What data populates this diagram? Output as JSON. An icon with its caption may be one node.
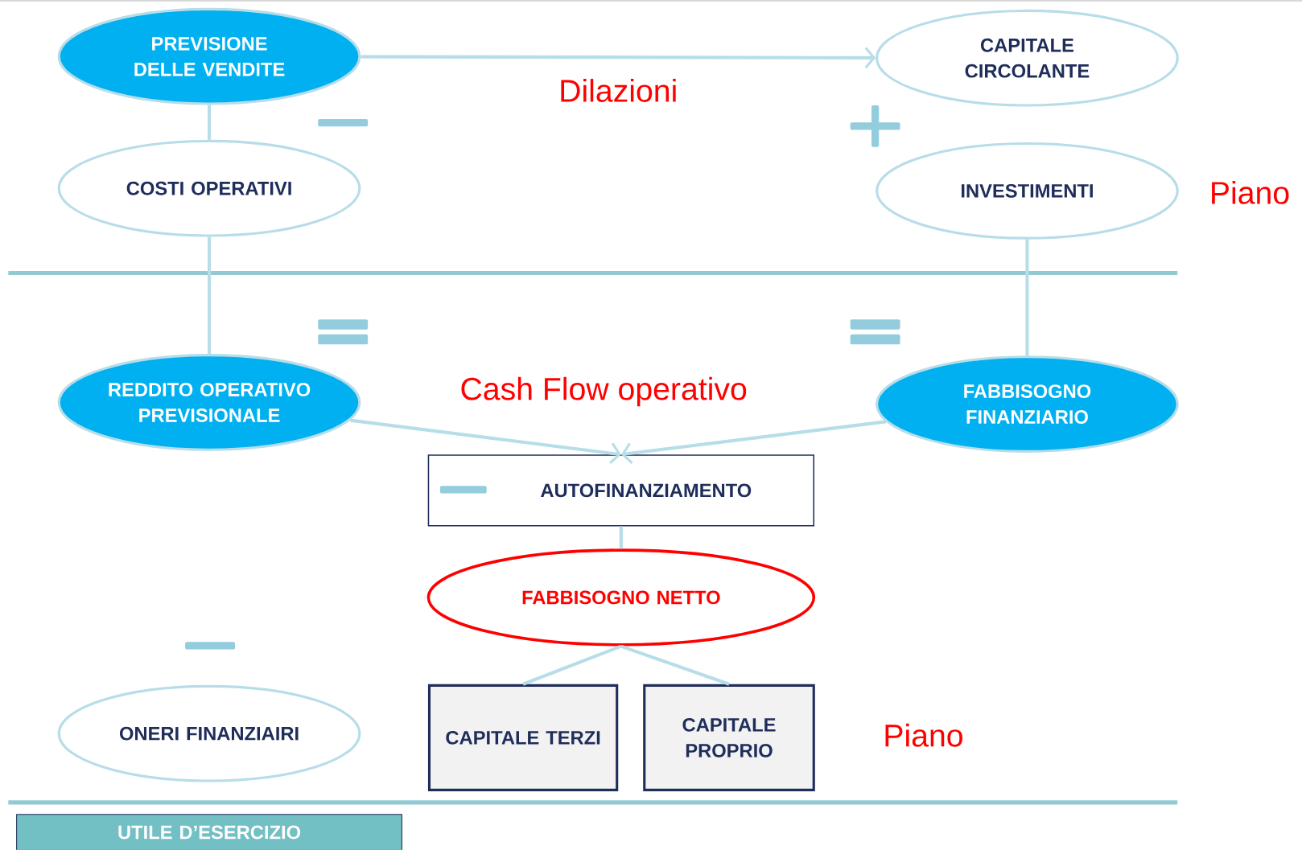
{
  "diagram": {
    "nodes": [
      {
        "text": [
          "PREVISIONE DELLE VENDITE"
        ]
      },
      {
        "text": [
          "CAPITALE CIRCOLANTE"
        ]
      },
      {
        "text": [
          "COSTI OPERATIVI"
        ]
      },
      {
        "text": [
          "INVESTIMENTI"
        ]
      },
      {
        "text": [
          "REDDITO OPERATIVO PREVISIONALE"
        ]
      },
      {
        "text": [
          "FABBISOGNO FINANZIARIO"
        ]
      },
      {
        "text": [
          "AUTOFINANZIAMENTO"
        ]
      },
      {
        "text": [
          "FABBISOGNO NETTO"
        ]
      },
      {
        "text": [
          "ONERI FINANZIAIRI"
        ]
      },
      {
        "text": [
          "CAPITALE TERZI"
        ]
      },
      {
        "text": [
          "CAPITALE PROPRIO"
        ]
      },
      {
        "text": [
          "UTILE D’ESERCIZIO"
        ]
      }
    ],
    "edges": [
      {
        "from": 0,
        "to": 1,
        "arrow": "to",
        "label": "Dilazioni"
      },
      {
        "from": 0,
        "to": 2,
        "arrow": "none"
      },
      {
        "from": 2,
        "to": 4,
        "arrow": "none"
      },
      {
        "from": 3,
        "to": 5,
        "arrow": "none"
      },
      {
        "from": 4,
        "to": 6,
        "arrow": "to"
      },
      {
        "from": 5,
        "to": 6,
        "arrow": "to"
      },
      {
        "from": 6,
        "to": 7,
        "arrow": "none"
      },
      {
        "from": 7,
        "to": 9,
        "arrow": "none"
      },
      {
        "from": 7,
        "to": 10,
        "arrow": "none"
      }
    ],
    "labels": [
      "Piano",
      "Cash Flow operativo",
      "Piano"
    ]
  }
}
